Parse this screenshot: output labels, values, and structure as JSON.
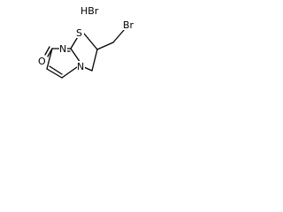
{
  "salt": "HBr",
  "atoms": {
    "oxygen": "O",
    "nitrogen_imine": "N",
    "sulfur": "S",
    "nitrogen_ring": "N",
    "bromine": "Br"
  }
}
